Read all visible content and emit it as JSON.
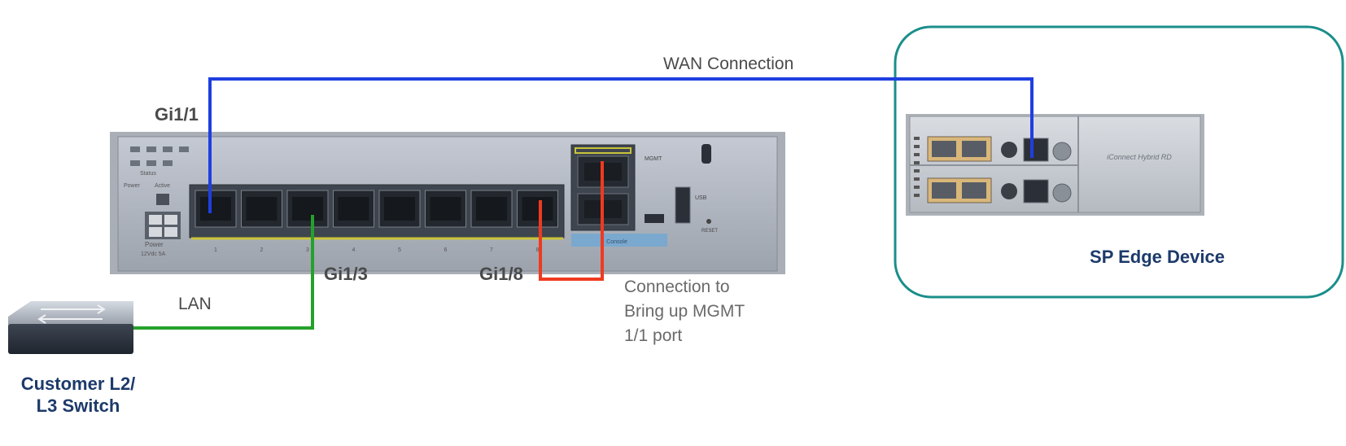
{
  "labels": {
    "wan_connection": "WAN Connection",
    "gi1_1": "Gi1/1",
    "gi1_3": "Gi1/3",
    "gi1_8": "Gi1/8",
    "lan": "LAN",
    "mgmt_note": [
      "Connection to",
      "Bring up MGMT",
      "1/1 port"
    ],
    "customer_switch": [
      "Customer L2/",
      "L3 Switch"
    ],
    "sp_edge_device": "SP Edge Device"
  },
  "router_panel": {
    "status": "Status",
    "power": "Power",
    "active": "Active",
    "power_input": [
      "Power",
      "12Vdc 5A"
    ],
    "port_numbers": [
      "1",
      "2",
      "3",
      "4",
      "5",
      "6",
      "7",
      "8"
    ],
    "console": "Console",
    "mgmt": "MGMT",
    "usb": "USB",
    "reset": "RESET"
  },
  "edge_device_panel": {
    "brand": "iConnect Hybrid RD"
  },
  "colors": {
    "wan": "#1f3fe0",
    "lan": "#24a12a",
    "mgmt": "#ef3a1f",
    "sp_box_border": "#1a8e8a"
  }
}
